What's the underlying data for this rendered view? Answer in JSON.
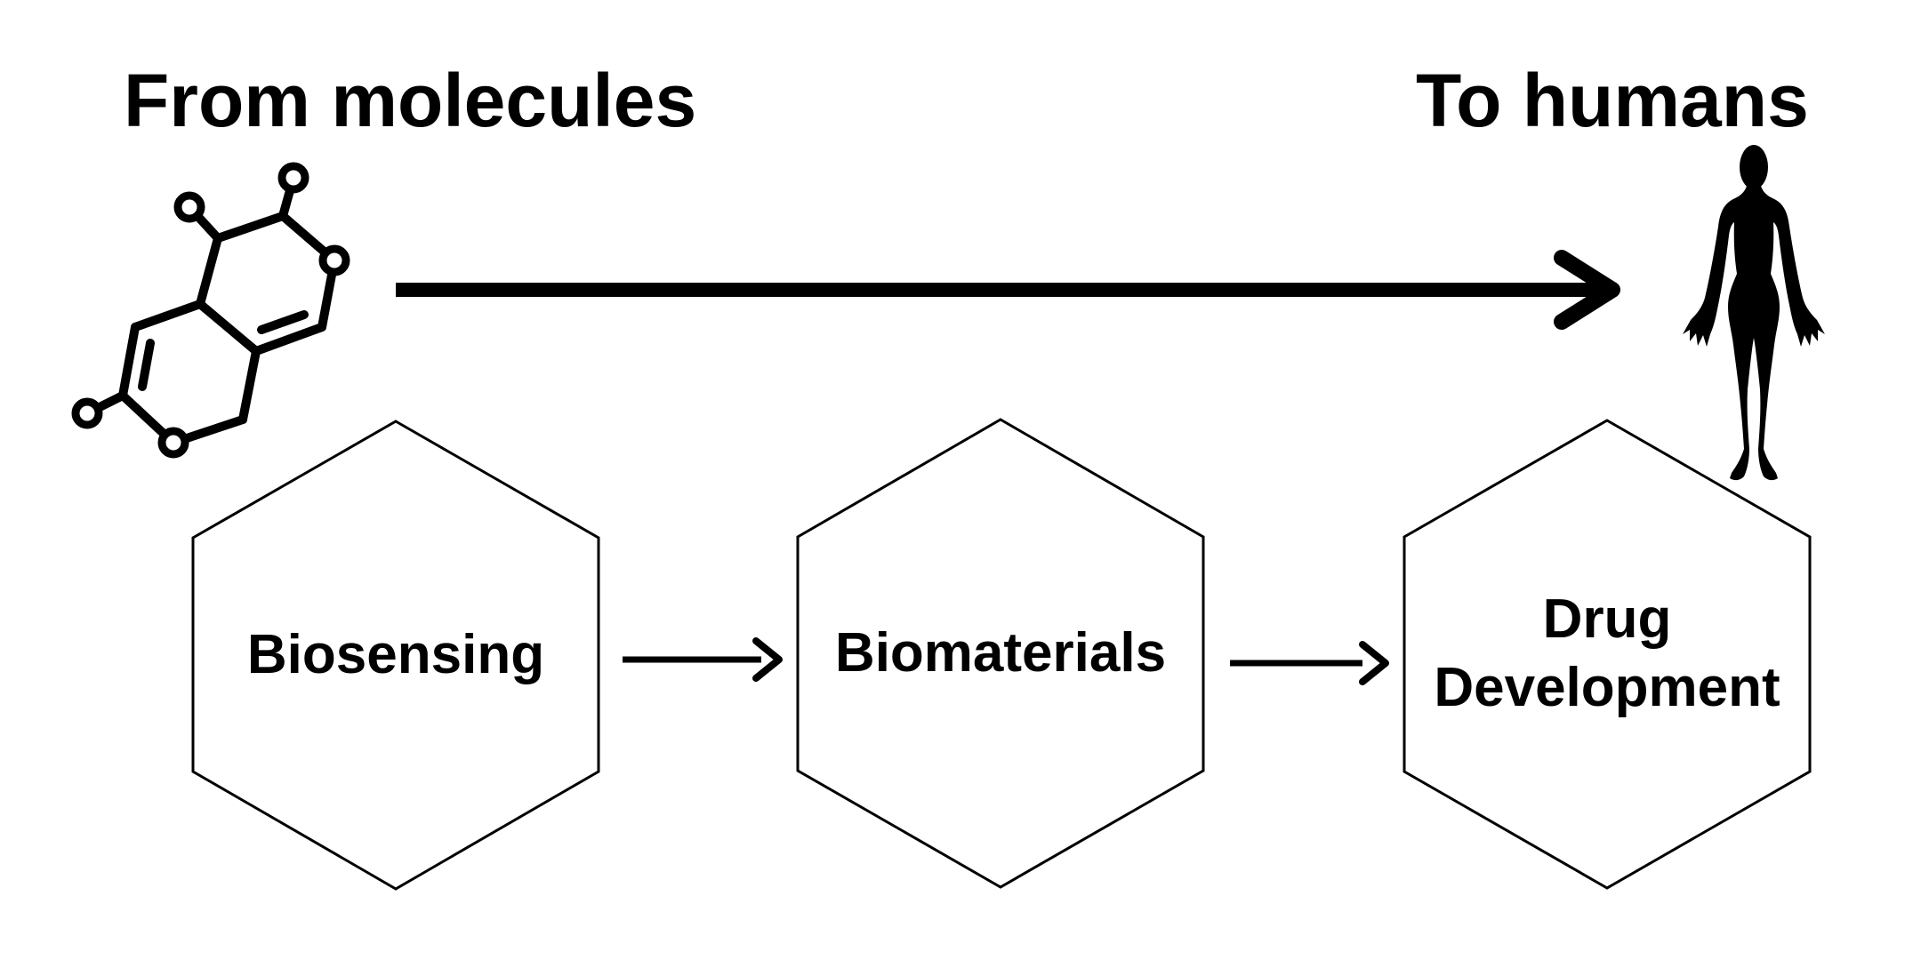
{
  "canvas": {
    "background": "#ffffff",
    "ink": "#000000"
  },
  "headings": {
    "left": "From molecules",
    "right": "To humans"
  },
  "icons": {
    "molecule": "molecule-structure-icon",
    "human": "human-body-silhouette-icon"
  },
  "main_arrow": {
    "from": "molecule",
    "to": "human",
    "direction": "left-to-right"
  },
  "steps": [
    {
      "label": "Biosensing"
    },
    {
      "label": "Biomaterials"
    },
    {
      "label_lines": [
        "Drug",
        "Development"
      ]
    }
  ]
}
